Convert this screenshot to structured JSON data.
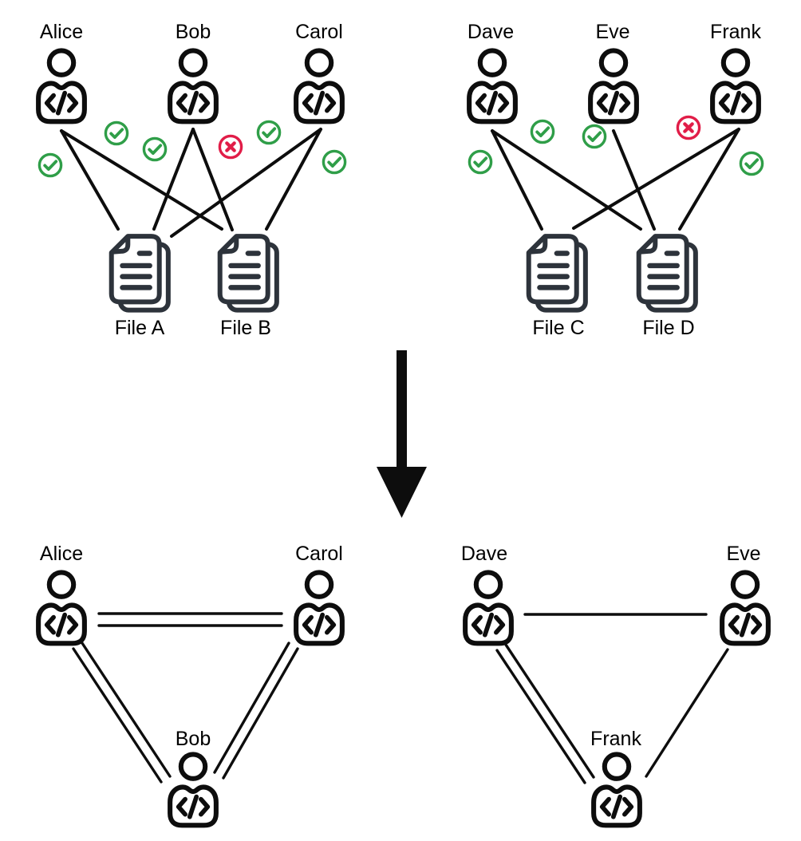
{
  "colors": {
    "ink": "#0d0d0d",
    "file-ink": "#2d333b",
    "approved-green": "#2f9e48",
    "rejected-red": "#e11d48",
    "background": "#ffffff"
  },
  "top_left_group": {
    "developers": [
      {
        "name": "Alice"
      },
      {
        "name": "Bob"
      },
      {
        "name": "Carol"
      }
    ],
    "files": [
      {
        "name": "File A"
      },
      {
        "name": "File B"
      }
    ],
    "edges": [
      {
        "from": "Alice",
        "to": "File A"
      },
      {
        "from": "Alice",
        "to": "File B"
      },
      {
        "from": "Bob",
        "to": "File A"
      },
      {
        "from": "Bob",
        "to": "File B"
      },
      {
        "from": "Carol",
        "to": "File A"
      },
      {
        "from": "Carol",
        "to": "File B"
      }
    ],
    "markers": [
      "approved",
      "approved",
      "approved",
      "rejected",
      "approved",
      "approved"
    ]
  },
  "top_right_group": {
    "developers": [
      {
        "name": "Dave"
      },
      {
        "name": "Eve"
      },
      {
        "name": "Frank"
      }
    ],
    "files": [
      {
        "name": "File C"
      },
      {
        "name": "File D"
      }
    ],
    "edges": [
      {
        "from": "Dave",
        "to": "File C"
      },
      {
        "from": "Dave",
        "to": "File D"
      },
      {
        "from": "Eve",
        "to": "File D"
      },
      {
        "from": "Frank",
        "to": "File C"
      },
      {
        "from": "Frank",
        "to": "File D"
      }
    ],
    "markers": [
      "approved",
      "approved",
      "approved",
      "rejected",
      "approved"
    ]
  },
  "transform_arrow": {
    "direction": "down"
  },
  "bottom_left_group": {
    "developers": [
      {
        "name": "Alice"
      },
      {
        "name": "Carol"
      },
      {
        "name": "Bob"
      }
    ],
    "edges": [
      {
        "from": "Alice",
        "to": "Carol",
        "weight": "double"
      },
      {
        "from": "Alice",
        "to": "Bob",
        "weight": "double"
      },
      {
        "from": "Carol",
        "to": "Bob",
        "weight": "double"
      }
    ]
  },
  "bottom_right_group": {
    "developers": [
      {
        "name": "Dave"
      },
      {
        "name": "Eve"
      },
      {
        "name": "Frank"
      }
    ],
    "edges": [
      {
        "from": "Dave",
        "to": "Eve",
        "weight": "single"
      },
      {
        "from": "Dave",
        "to": "Frank",
        "weight": "double"
      },
      {
        "from": "Eve",
        "to": "Frank",
        "weight": "single"
      }
    ]
  }
}
